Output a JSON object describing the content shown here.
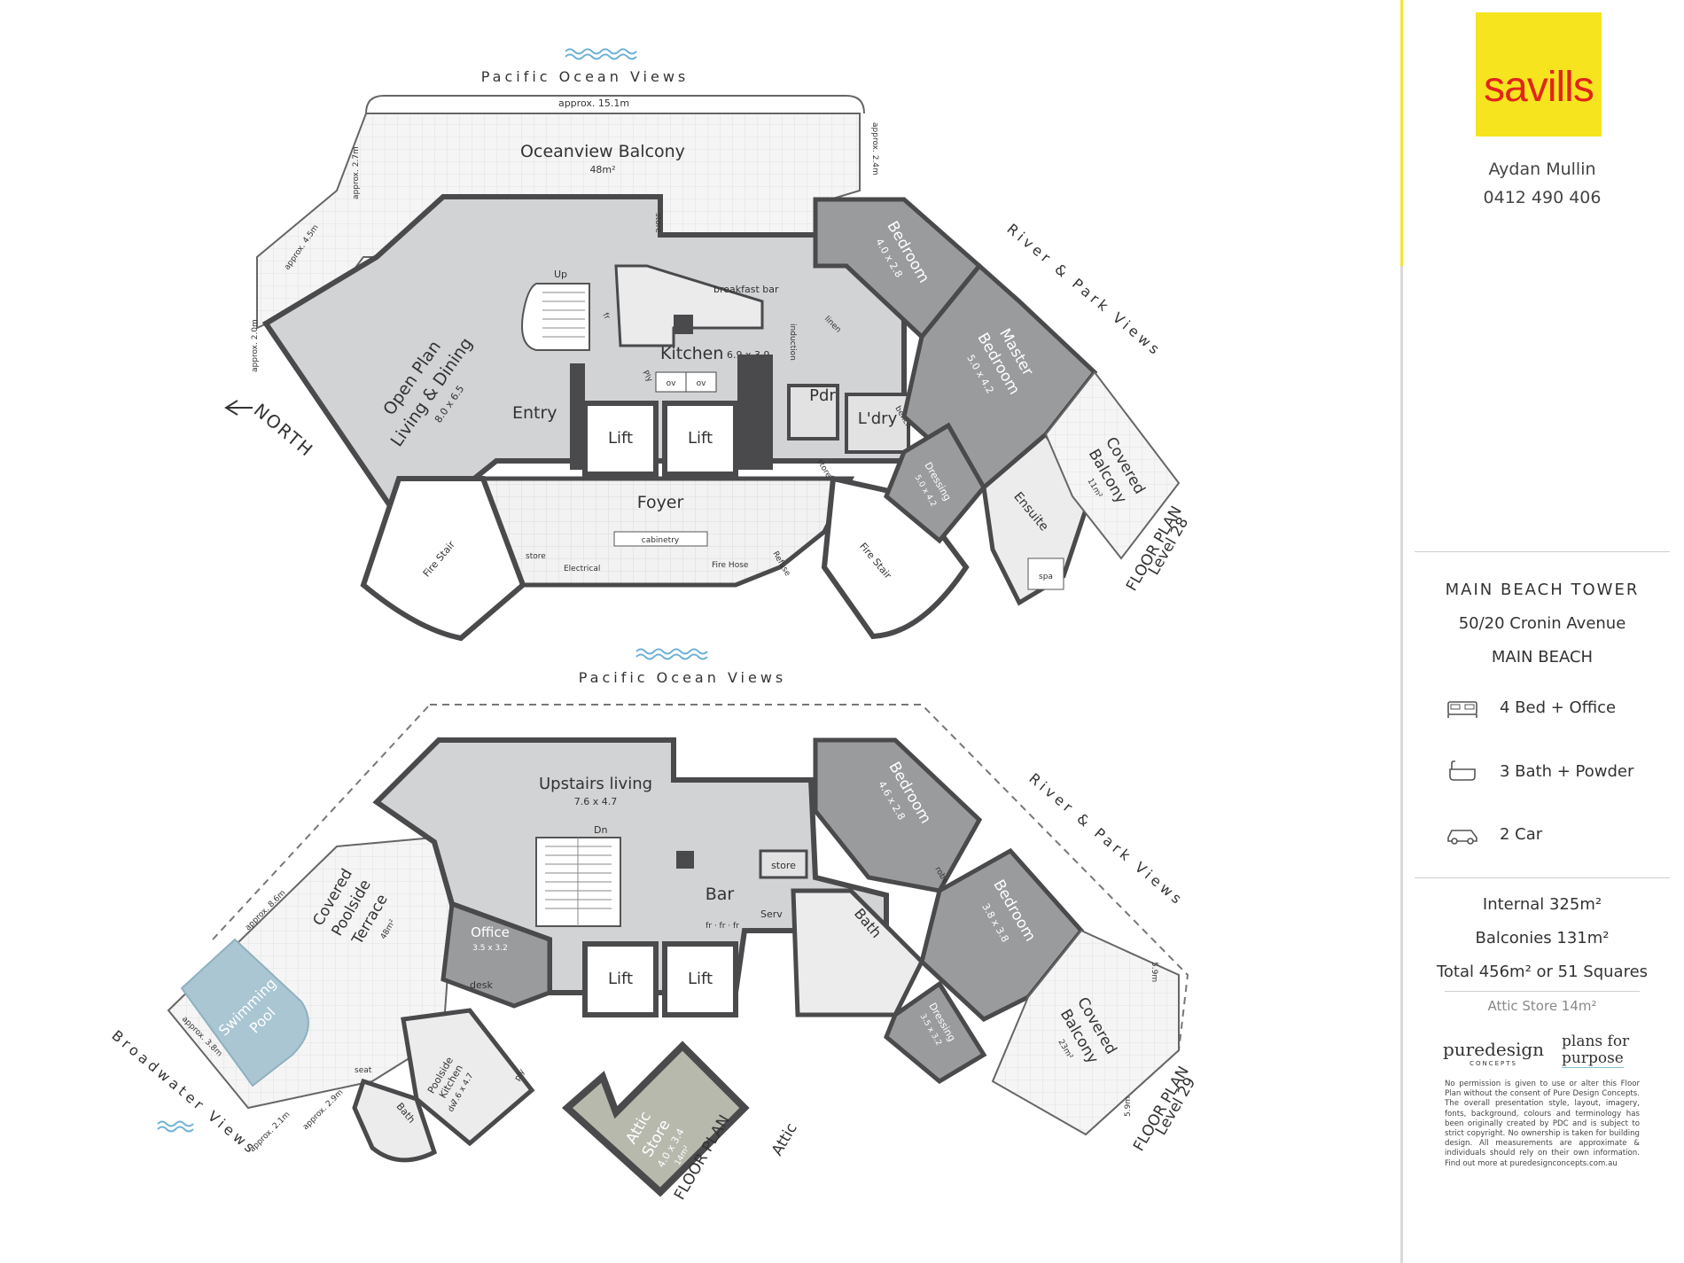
{
  "agency": {
    "name": "savills",
    "agent_name": "Aydan Mullin",
    "agent_phone": "0412 490 406"
  },
  "property": {
    "tower": "MAIN BEACH TOWER",
    "address": "50/20 Cronin Avenue",
    "suburb": "MAIN BEACH",
    "features": [
      {
        "icon": "bed-icon",
        "label": "4 Bed + Office"
      },
      {
        "icon": "bath-icon",
        "label": "3 Bath + Powder"
      },
      {
        "icon": "car-icon",
        "label": "2 Car"
      }
    ],
    "internal": "Internal 325m²",
    "balconies": "Balconies 131m²",
    "total": "Total 456m² or 51 Squares",
    "attic": "Attic Store 14m²"
  },
  "brands": {
    "puredesign": "puredesign",
    "puredesign_sub": "CONCEPTS",
    "plans_line1": "plans for",
    "plans_line2": "purpose"
  },
  "disclaimer": "No permission is given to use or alter this Floor Plan without the consent of Pure Design Concepts. The overall presentation style, layout, imagery, fonts, background, colours and terminology has been originally created by PDC and is subject to strict copyright. No ownership is taken for building design. All measurements are approximate & individuals should rely on their own information. Find out more at puredesignconcepts.com.au",
  "level28": {
    "views_top": "Pacific Ocean Views",
    "views_right": "River & Park Views",
    "north": "NORTH",
    "plan_title": "FLOOR PLAN",
    "plan_level": "Level 28",
    "dim_top": "approx. 15.1m",
    "dim_left1": "approx. 2.7m",
    "dim_left2": "approx. 4.5m",
    "dim_left3": "approx. 2.0m",
    "dim_right": "approx. 2.4m",
    "balcony": "Oceanview Balcony",
    "balcony_area": "48m²",
    "living": "Open Plan",
    "living2": "Living & Dining",
    "living_dim": "8.0 x 6.5",
    "kitchen": "Kitchen",
    "kitchen_dim": "6.9 x 3.9",
    "breakfast": "breakfast bar",
    "up": "Up",
    "fr": "fr",
    "ov": "ov",
    "ply": "Ply",
    "induction": "induction",
    "linen": "linen",
    "entry": "Entry",
    "lift1": "Lift",
    "lift2": "Lift",
    "foyer": "Foyer",
    "cabinetry": "cabinetry",
    "store1": "store",
    "store2": "store",
    "store3": "store",
    "electrical": "Electrical",
    "firehose": "Fire Hose",
    "refuse": "Refuse",
    "firestair1": "Fire Stair",
    "firestair2": "Fire Stair",
    "pdr": "Pdr",
    "ldry": "L'dry",
    "bench": "bench",
    "bed": "Bedroom",
    "bed_dim": "4.0 x 2.8",
    "master": "Master",
    "master2": "Bedroom",
    "master_dim": "5.0 x 4.2",
    "dressing": "Dressing",
    "dressing_dim": "5.0 x 4.2",
    "ensuite": "Ensuite",
    "spa": "spa",
    "cov_balcony": "Covered",
    "cov_balcony2": "Balcony",
    "cov_balcony_area": "11m²"
  },
  "level29": {
    "views_top": "Pacific Ocean Views",
    "views_right": "River & Park Views",
    "views_left": "Broadwater Views",
    "plan_title": "FLOOR PLAN",
    "plan_level": "Level 29",
    "dim_a": "approx. 8.6m",
    "dim_b": "approx. 3.8m",
    "dim_c": "approx. 2.9m",
    "dim_d": "approx. 2.1m",
    "dim_e": "5.9m",
    "dim_f": "5.9m",
    "living": "Upstairs living",
    "living_dim": "7.6 x 4.7",
    "dn": "Dn",
    "terrace": "Covered",
    "terrace2": "Poolside",
    "terrace3": "Terrace",
    "terrace_area": "48m²",
    "pool": "Swimming",
    "pool2": "Pool",
    "office": "Office",
    "office_dim": "3.5 x 3.2",
    "desk": "desk",
    "bar": "Bar",
    "fr": "fr · fr · fr",
    "store": "store",
    "serv": "Serv",
    "lift1": "Lift",
    "lift2": "Lift",
    "bath": "Bath",
    "bed1": "Bedroom",
    "bed1_dim": "4.6 x 2.8",
    "robe": "robe",
    "bed2": "Bedroom",
    "bed2_dim": "3.8 x 3.8",
    "dressing": "Dressing",
    "dressing_dim": "3.5 x 3.2",
    "cov_balcony": "Covered",
    "cov_balcony2": "Balcony",
    "cov_balcony_area": "23m²",
    "pk": "Poolside",
    "pk2": "Kitchen",
    "pk_dim": "7.6 x 4.7",
    "seat": "seat",
    "bath2": "Bath",
    "dw": "dw",
    "ply": "ply"
  },
  "attic": {
    "plan_title": "FLOOR PLAN",
    "plan_level": "Attic",
    "label": "Attic",
    "label2": "Store",
    "dim": "4.0 x 3.4",
    "area": "14m²"
  },
  "colors": {
    "wall": "#4a4a4c",
    "room_grey": "#d2d3d4",
    "bedroom_grey": "#9a9b9d",
    "balcony": "#f4f4f4",
    "pool": "#a9c6d2",
    "attic": "#b7b9ad",
    "logo_yellow": "#f6e51e",
    "logo_red": "#e1251b"
  }
}
